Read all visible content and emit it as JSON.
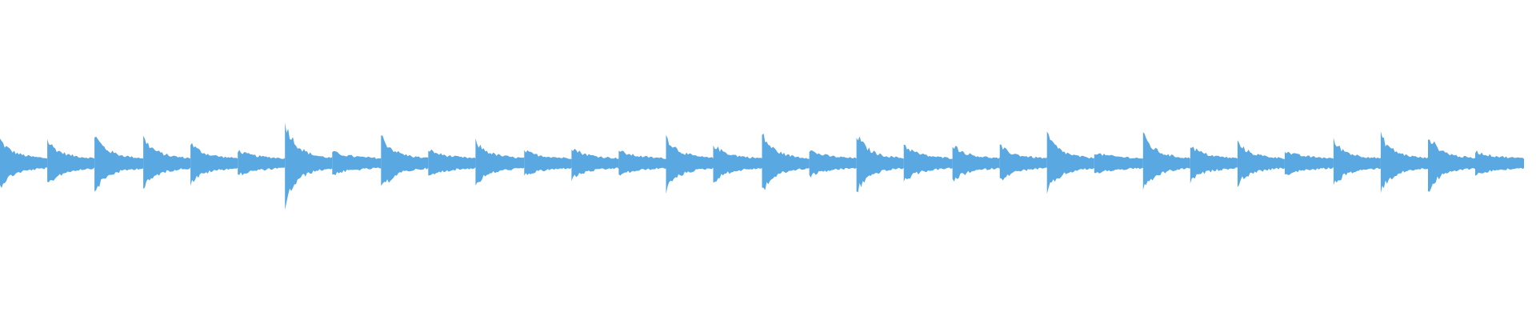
{
  "waveform": {
    "color": "#5aa8e2",
    "onsets": [
      {
        "t": 0.0,
        "amp": 0.48
      },
      {
        "t": 0.031,
        "amp": 0.46
      },
      {
        "t": 0.062,
        "amp": 0.62
      },
      {
        "t": 0.094,
        "amp": 0.54
      },
      {
        "t": 0.125,
        "amp": 0.38
      },
      {
        "t": 0.156,
        "amp": 0.16
      },
      {
        "t": 0.187,
        "amp": 1.0
      },
      {
        "t": 0.218,
        "amp": 0.13
      },
      {
        "t": 0.25,
        "amp": 0.6
      },
      {
        "t": 0.281,
        "amp": 0.2
      },
      {
        "t": 0.312,
        "amp": 0.42
      },
      {
        "t": 0.344,
        "amp": 0.16
      },
      {
        "t": 0.375,
        "amp": 0.26
      },
      {
        "t": 0.406,
        "amp": 0.16
      },
      {
        "t": 0.437,
        "amp": 0.58
      },
      {
        "t": 0.468,
        "amp": 0.34
      },
      {
        "t": 0.5,
        "amp": 0.64
      },
      {
        "t": 0.531,
        "amp": 0.18
      },
      {
        "t": 0.562,
        "amp": 0.64
      },
      {
        "t": 0.593,
        "amp": 0.34
      },
      {
        "t": 0.625,
        "amp": 0.34
      },
      {
        "t": 0.656,
        "amp": 0.3
      },
      {
        "t": 0.687,
        "amp": 0.64
      },
      {
        "t": 0.718,
        "amp": 0.1
      },
      {
        "t": 0.75,
        "amp": 0.62
      },
      {
        "t": 0.781,
        "amp": 0.32
      },
      {
        "t": 0.812,
        "amp": 0.4
      },
      {
        "t": 0.843,
        "amp": 0.14
      },
      {
        "t": 0.875,
        "amp": 0.44
      },
      {
        "t": 0.906,
        "amp": 0.6
      },
      {
        "t": 0.937,
        "amp": 0.62
      },
      {
        "t": 0.968,
        "amp": 0.14
      }
    ]
  }
}
